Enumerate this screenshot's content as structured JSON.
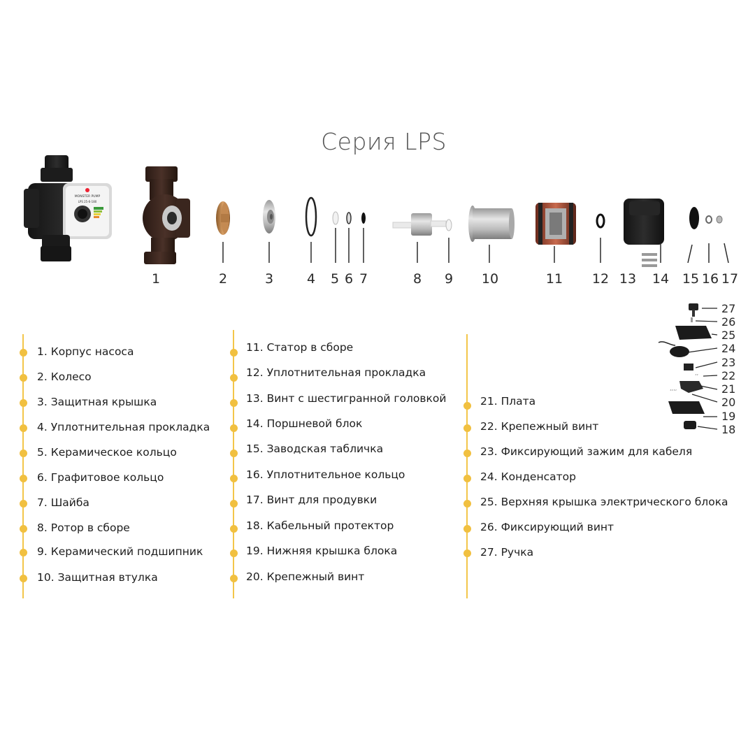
{
  "title": "Серия LPS",
  "diagram": {
    "part_numbers": [
      "1",
      "2",
      "3",
      "4",
      "5",
      "6",
      "7",
      "8",
      "9",
      "10",
      "11",
      "12",
      "13",
      "14",
      "15",
      "16",
      "17"
    ],
    "sub_numbers": [
      "27",
      "26",
      "25",
      "24",
      "23",
      "22",
      "21",
      "20",
      "19",
      "18"
    ],
    "pump_label": {
      "brand": "MONSTER PUMP",
      "model": "LPS 25-6-180"
    }
  },
  "legend": {
    "column1": [
      "1. Корпус насоса",
      "2. Колесо",
      "3. Защитная крышка",
      "4. Уплотнительная прокладка",
      "5. Керамическое кольцо",
      "6. Графитовое кольцо",
      "7. Шайба",
      "8. Ротор в сборе",
      "9. Керамический подшипник",
      "10. Защитная втулка"
    ],
    "column2": [
      "11. Статор в сборе",
      "12. Уплотнительная прокладка",
      "13. Винт с шестигранной головкой",
      "14. Поршневой блок",
      "15. Заводская табличка",
      "16. Уплотнительное кольцо",
      "17. Винт для продувки",
      "18. Кабельный протектор",
      "19. Нижняя крышка блока",
      "20. Крепежный винт"
    ],
    "column3": [
      "21. Плата",
      "22. Крепежный винт",
      "23. Фиксирующий зажим для кабеля",
      "24. Конденсатор",
      "25. Верхняя крышка электрического блока",
      "26. Фиксирующий винт",
      "27. Ручка"
    ]
  },
  "colors": {
    "accent": "#f1c040",
    "line": "#f3c64a",
    "text": "#1d1d1d"
  }
}
